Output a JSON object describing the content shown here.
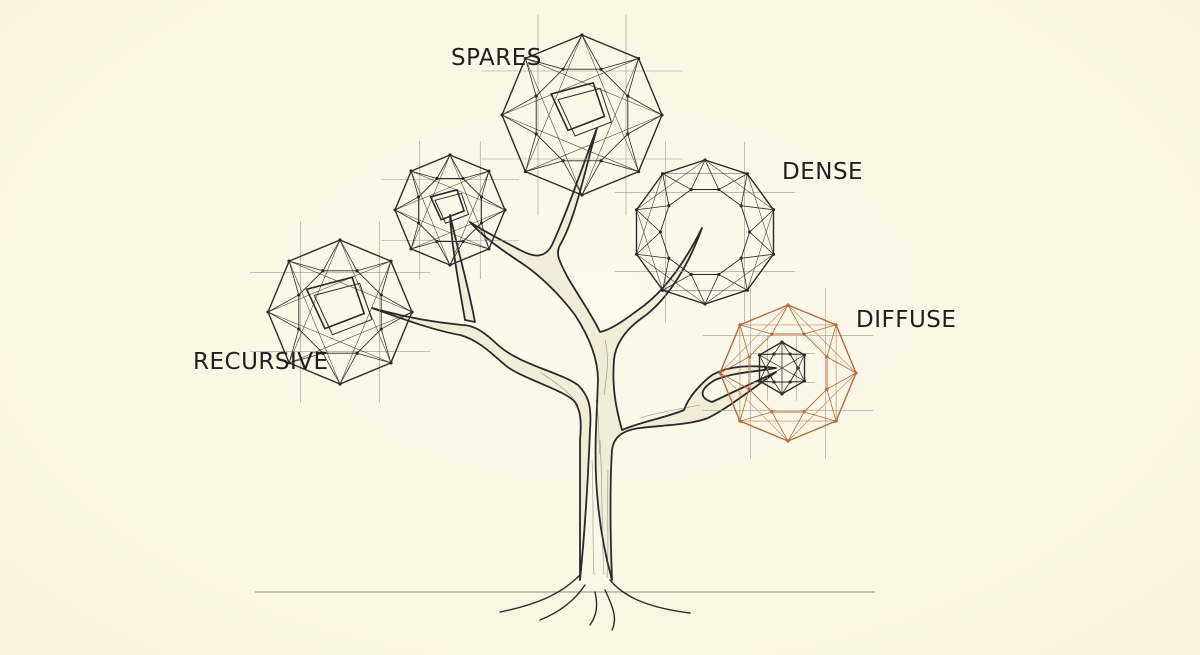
{
  "labels": {
    "spares": "SPARES",
    "dense": "DENSE",
    "diffuse": "DIFFUSE",
    "recursive": "RECURSIVE"
  },
  "colors": {
    "ink": "#2a2a2a",
    "guide": "#9a9a8e",
    "accent": "#b8683a",
    "paper": "#fcf7e8"
  }
}
